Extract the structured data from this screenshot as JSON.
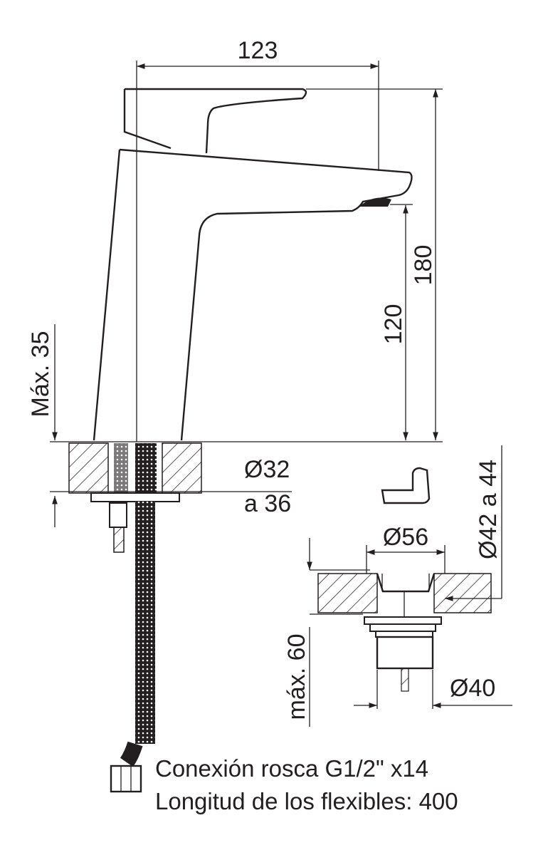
{
  "dimensions": {
    "width_total": "123",
    "height_total": "180",
    "spout_height": "120",
    "max_counter_thickness": "Máx. 35",
    "hole_diameter": "Ø32",
    "hole_diameter_range": "a 36",
    "outer_diameter_range": "Ø42 a 44",
    "flange_diameter": "Ø56",
    "max_depth": "máx. 60",
    "body_diameter": "Ø40"
  },
  "notes": {
    "connection": "Conexión rosca G1/2\" x14",
    "hose_length": "Longitud de los flexibles: 400"
  },
  "colors": {
    "ink": "#231f20",
    "background": "#ffffff"
  }
}
